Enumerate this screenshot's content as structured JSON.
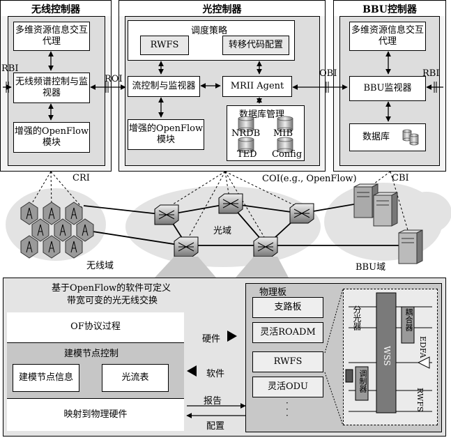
{
  "wireless_controller": {
    "title": "无线控制器",
    "multi_agent": "多维资源信息交互代理",
    "spectrum": "无线频谱控制与监视器",
    "openflow": "增强的OpenFlow模块"
  },
  "optical_controller": {
    "title": "光控制器",
    "policy": "调度策略",
    "rwfs": "RWFS",
    "transcode": "转移代码配置",
    "flow_ctrl": "流控制与监视器",
    "mrii": "MRII Agent",
    "openflow": "增强的OpenFlow模块",
    "db_title": "数据库管理",
    "db_items": [
      "NRDB",
      "MIB",
      "TED",
      "Config"
    ]
  },
  "bbu_controller": {
    "title": "BBU控制器",
    "multi_agent": "多维资源信息交互代理",
    "monitor": "BBU监视器",
    "db": "数据库"
  },
  "interfaces": {
    "rbi_left": "RBI",
    "roi": "ROI",
    "obi": "OBI",
    "rbi_right": "RBI",
    "cri": "CRI",
    "coi": "COI(e.g., OpenFlow)",
    "cbi": "CBI"
  },
  "domains": {
    "wireless": "无线域",
    "optical": "光域",
    "bbu": "BBU域"
  },
  "bottom": {
    "heading_line1": "基于OpenFlow的软件可定义",
    "heading_line2": "带宽可变的光无线交换",
    "of_process": "OF协议过程",
    "modeling_ctrl": "建模节点控制",
    "node_info": "建模节点信息",
    "flow_table": "光流表",
    "mapping": "映射到物理硬件",
    "hardware": "硬件",
    "software": "软件",
    "report": "报告",
    "config": "配置",
    "board_title": "物理板",
    "boards": [
      "支路板",
      "灵活ROADM",
      "RWFS",
      "灵活ODU"
    ],
    "ellipsis": "·\n·\n·",
    "splitter": "分光器",
    "coupler": "耦合器",
    "wss": "WSS",
    "edfa": "EDFA",
    "modulator": "调制器",
    "rwfs_v": "RWFS"
  }
}
